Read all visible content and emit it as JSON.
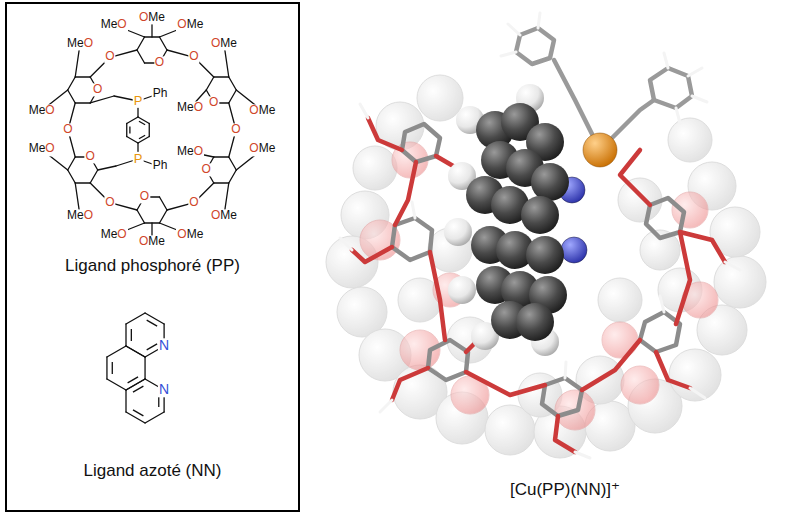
{
  "diagram": {
    "nodes": [
      {
        "text": [
          "Ligand phosphoré (PP)",
          "Ligand azoté (NN)"
        ]
      }
    ],
    "labels": [
      "MeO",
      "OMe",
      "OMe",
      "O",
      "OMe",
      "OMe",
      "MeO",
      "O",
      "OMe",
      "OMe",
      "MeO",
      "O",
      "OMe",
      "MeO",
      "OMe",
      "O",
      "MeO",
      "MeO",
      "O",
      "MeO",
      "MeO",
      "O",
      "O",
      "O",
      "O",
      "O",
      "O",
      "O",
      "P",
      "Ph",
      "P",
      "Ph",
      "N",
      "N",
      "[Cu(PP)(NN)]⁺"
    ]
  }
}
